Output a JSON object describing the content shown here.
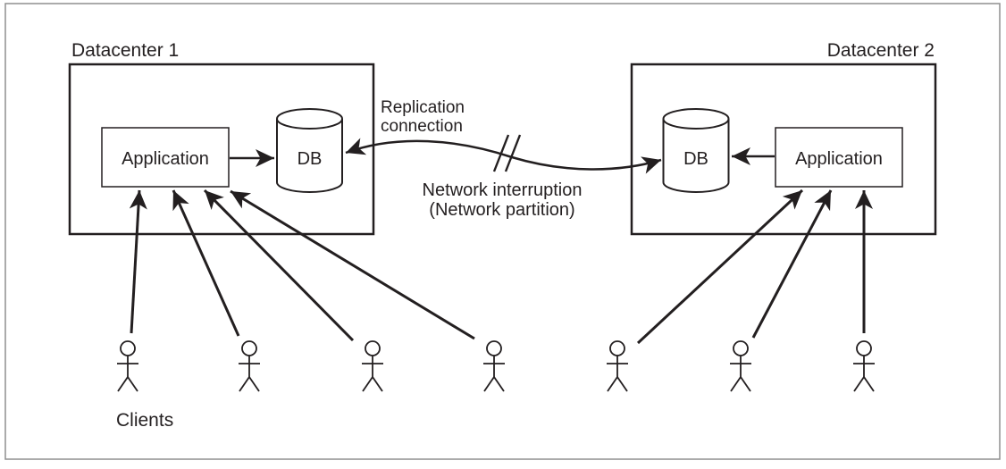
{
  "colors": {
    "ink": "#231f20",
    "frame": "#8f8f8f",
    "background": "#ffffff"
  },
  "datacenter1": {
    "label": "Datacenter 1",
    "application_label": "Application",
    "db_label": "DB"
  },
  "datacenter2": {
    "label": "Datacenter 2",
    "application_label": "Application",
    "db_label": "DB"
  },
  "connection": {
    "replication_label_line1": "Replication",
    "replication_label_line2": "connection",
    "interruption_label_line1": "Network interruption",
    "interruption_label_line2": "(Network partition)"
  },
  "clients": {
    "label": "Clients",
    "count_datacenter1": 4,
    "count_datacenter2": 3
  }
}
